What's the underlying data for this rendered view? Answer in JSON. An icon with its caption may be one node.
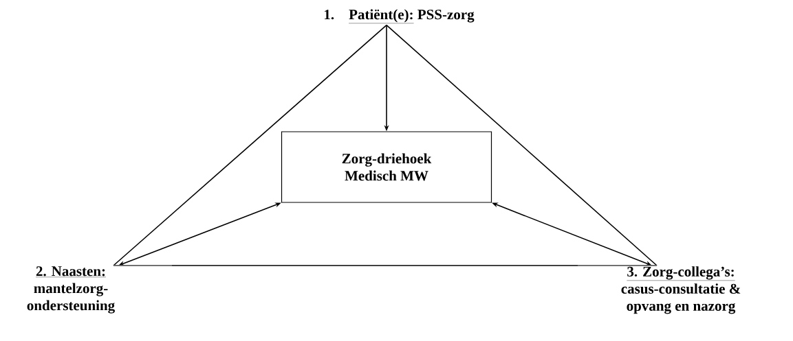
{
  "diagram": {
    "nodes": [
      {
        "text": [
          "1.",
          "Patiënt(e):",
          "PSS-zorg"
        ]
      },
      {
        "text": [
          "Zorg-driehoek Medisch MW"
        ]
      },
      {
        "text": [
          "2. Naasten:",
          "mantelzorg-ondersteuning"
        ]
      },
      {
        "text": [
          "3. Zorg-collega’s:",
          "casus-consultatie & opvang en nazorg"
        ]
      }
    ],
    "edges": [
      {
        "from": 0,
        "to": 1,
        "arrow": "to"
      },
      {
        "from": 1,
        "to": 2,
        "arrow": "both"
      },
      {
        "from": 1,
        "to": 3,
        "arrow": "both"
      },
      {
        "from": 0,
        "to": 2,
        "arrow": "none"
      },
      {
        "from": 0,
        "to": 3,
        "arrow": "none"
      },
      {
        "from": 2,
        "to": 3,
        "arrow": "none"
      }
    ]
  }
}
